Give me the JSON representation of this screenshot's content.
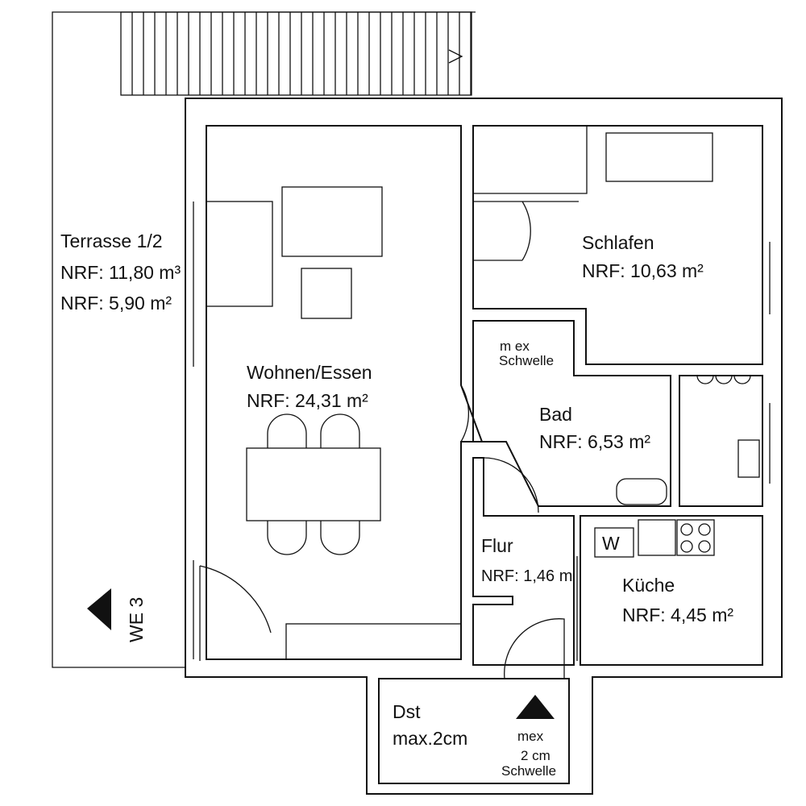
{
  "rooms": {
    "terrasse": {
      "name": "Terrasse 1/2",
      "area1": "NRF: 11,80 m³",
      "area2": "NRF: 5,90 m²"
    },
    "wohnen": {
      "name": "Wohnen/Essen",
      "area": "NRF: 24,31 m²"
    },
    "schlafen": {
      "name": "Schlafen",
      "area": "NRF: 10,63 m²"
    },
    "bad": {
      "name": "Bad",
      "area": "NRF: 6,53 m²",
      "note1": "m ex",
      "note2": "Schwelle"
    },
    "flur": {
      "name": "Flur",
      "area": "NRF: 1,46 m"
    },
    "kueche": {
      "name": "Küche",
      "area": "NRF: 4,45 m²",
      "washer": "W"
    },
    "dst": {
      "name": "Dst",
      "note": "max.2cm",
      "threshold1": "mex",
      "threshold2": "2 cm",
      "threshold3": "Schwelle"
    }
  },
  "unit_marker": "WE 3",
  "colors": {
    "line": "#111111",
    "background": "#ffffff"
  }
}
